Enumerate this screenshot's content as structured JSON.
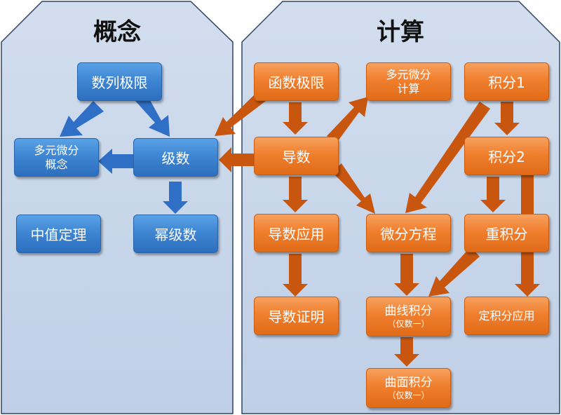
{
  "panels": {
    "concept_title": "概念",
    "compute_title": "计算"
  },
  "nodes": {
    "shulie_jixian": "数列极限",
    "duoyuan_weifen_gainian_1": "多元微分",
    "duoyuan_weifen_gainian_2": "概念",
    "jishu": "级数",
    "zhongzhi_dingli": "中值定理",
    "mi_jishu": "幂级数",
    "hanshu_jixian": "函数极限",
    "duoyuan_weifen_jisuan_1": "多元微分",
    "duoyuan_weifen_jisuan_2": "计算",
    "jifen1": "积分1",
    "daoshu": "导数",
    "jifen2": "积分2",
    "daoshu_yingyong": "导数应用",
    "weifen_fangcheng": "微分方程",
    "chong_jifen": "重积分",
    "daoshu_zhengming": "导数证明",
    "quxian_jifen": "曲线积分",
    "quxian_jifen_sub": "（仅数一）",
    "ding_jifen_yingyong": "定积分应用",
    "qumian_jifen": "曲面积分",
    "qumian_jifen_sub": "（仅数一）"
  },
  "colors": {
    "panel_fill": "#c9d7ea",
    "panel_stroke": "#2e4463",
    "blue_node": "#3f86d3",
    "orange_node": "#f07f2e",
    "blue_arrow": "#2f6fc6",
    "orange_arrow": "#c9560f"
  }
}
